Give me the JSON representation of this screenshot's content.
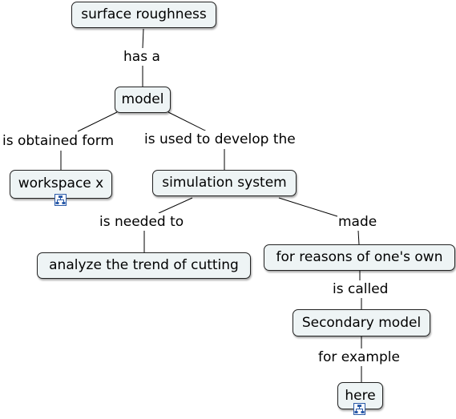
{
  "colors": {
    "node_fill": "#eef4f5",
    "node_border": "#222222",
    "link": "#000000",
    "icon": "#2a5aa8"
  },
  "concepts": {
    "surface_roughness": "surface roughness",
    "model": "model",
    "workspace_x": "workspace x",
    "simulation_system": "simulation system",
    "analyze_trend": "analyze the trend of cutting",
    "reasons": "for reasons of one's own",
    "secondary_model": "Secondary model",
    "here": "here"
  },
  "linking_phrases": {
    "has_a": "has a",
    "obtained_form": "is obtained form",
    "used_to_develop": "is used to develop the",
    "needed_to": "is needed to",
    "made": "made",
    "is_called": "is called",
    "for_example": "for example"
  },
  "icons": {
    "workspace_x_submap": "submap-link-icon",
    "here_submap": "submap-link-icon"
  }
}
